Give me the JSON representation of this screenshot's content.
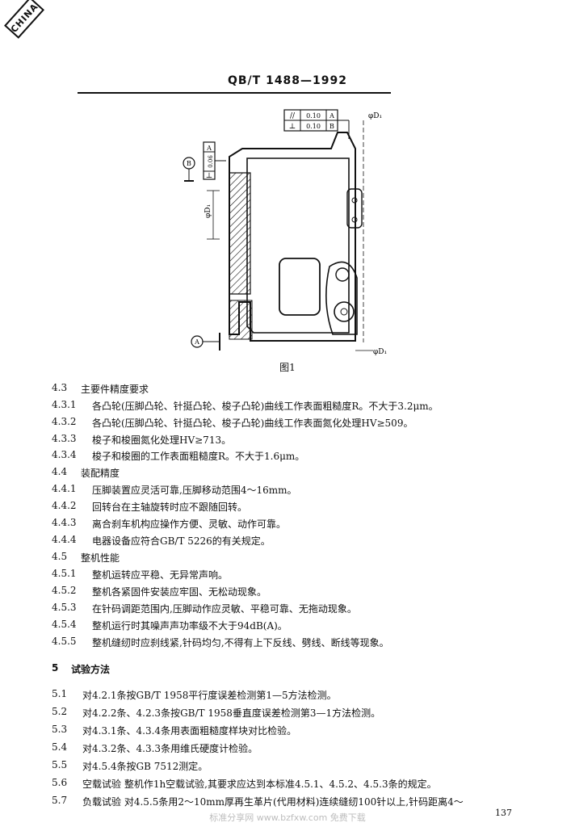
{
  "stamp": "CHINA",
  "header": {
    "standard": "QB/T 1488—1992"
  },
  "figure": {
    "caption": "图1",
    "tolerance_top": [
      {
        "symbol": "//",
        "value": "0.10",
        "datum": "A"
      },
      {
        "symbol": "⊥",
        "value": "0.10",
        "datum": "B"
      }
    ],
    "tolerance_left": {
      "symbol": "⊥",
      "value": "0.06",
      "datum": "A"
    },
    "datum_a": "A",
    "datum_b": "B",
    "dim_d1_top": "φD₁",
    "dim_d1_left": "φD₁",
    "dim_d1_bottom": "φD₁"
  },
  "lines": [
    {
      "num": "4.3",
      "text": "主要件精度要求"
    },
    {
      "num": "4.3.1",
      "text": "各凸轮(压脚凸轮、针挺凸轮、梭子凸轮)曲线工作表面粗糙度R。不大于3.2μm。"
    },
    {
      "num": "4.3.2",
      "text": "各凸轮(压脚凸轮、针挺凸轮、梭子凸轮)曲线工作表面氮化处理HV≥509。"
    },
    {
      "num": "4.3.3",
      "text": "梭子和梭圈氮化处理HV≥713。"
    },
    {
      "num": "4.3.4",
      "text": "梭子和梭圈的工作表面粗糙度R。不大于1.6μm。"
    },
    {
      "num": "4.4",
      "text": "装配精度"
    },
    {
      "num": "4.4.1",
      "text": "压脚装置应灵活可靠,压脚移动范围4～16mm。"
    },
    {
      "num": "4.4.2",
      "text": "回转台在主轴旋转时应不跟随回转。"
    },
    {
      "num": "4.4.3",
      "text": "离合刹车机构应操作方便、灵敏、动作可靠。"
    },
    {
      "num": "4.4.4",
      "text": "电器设备应符合GB/T 5226的有关规定。"
    },
    {
      "num": "4.5",
      "text": "整机性能"
    },
    {
      "num": "4.5.1",
      "text": "整机运转应平稳、无异常声响。"
    },
    {
      "num": "4.5.2",
      "text": "整机各紧固件安装应牢固、无松动现象。"
    },
    {
      "num": "4.5.3",
      "text": "在针码调距范围内,压脚动作应灵敏、平稳可靠、无拖动现象。"
    },
    {
      "num": "4.5.4",
      "text": "整机运行时其噪声声功率级不大于94dB(A)。"
    },
    {
      "num": "4.5.5",
      "text": "整机缝纫时应刹线紧,针码均匀,不得有上下反线、劈线、断线等现象。"
    },
    {
      "num": "5",
      "text": "试验方法"
    },
    {
      "num": "5.1",
      "text": "对4.2.1条按GB/T 1958平行度误差检测第1—5方法检测。"
    },
    {
      "num": "5.2",
      "text": "对4.2.2条、4.2.3条按GB/T 1958垂直度误差检测第3—1方法检测。"
    },
    {
      "num": "5.3",
      "text": "对4.3.1条、4.3.4条用表面粗糙度样块对比检验。"
    },
    {
      "num": "5.4",
      "text": "对4.3.2条、4.3.3条用维氏硬度计检验。"
    },
    {
      "num": "5.5",
      "text": "对4.5.4条按GB 7512测定。"
    },
    {
      "num": "5.6",
      "text": "空载试验 整机作1h空载试验,其要求应达到本标准4.5.1、4.5.2、4.5.3条的规定。"
    },
    {
      "num": "5.7",
      "text": "负载试验 对4.5.5条用2～10mm厚再生革片(代用材料)连续缝纫100针以上,针码距离4～"
    }
  ],
  "page_number": "137",
  "watermark": "标准分享网 www.bzfxw.com 免费下载"
}
